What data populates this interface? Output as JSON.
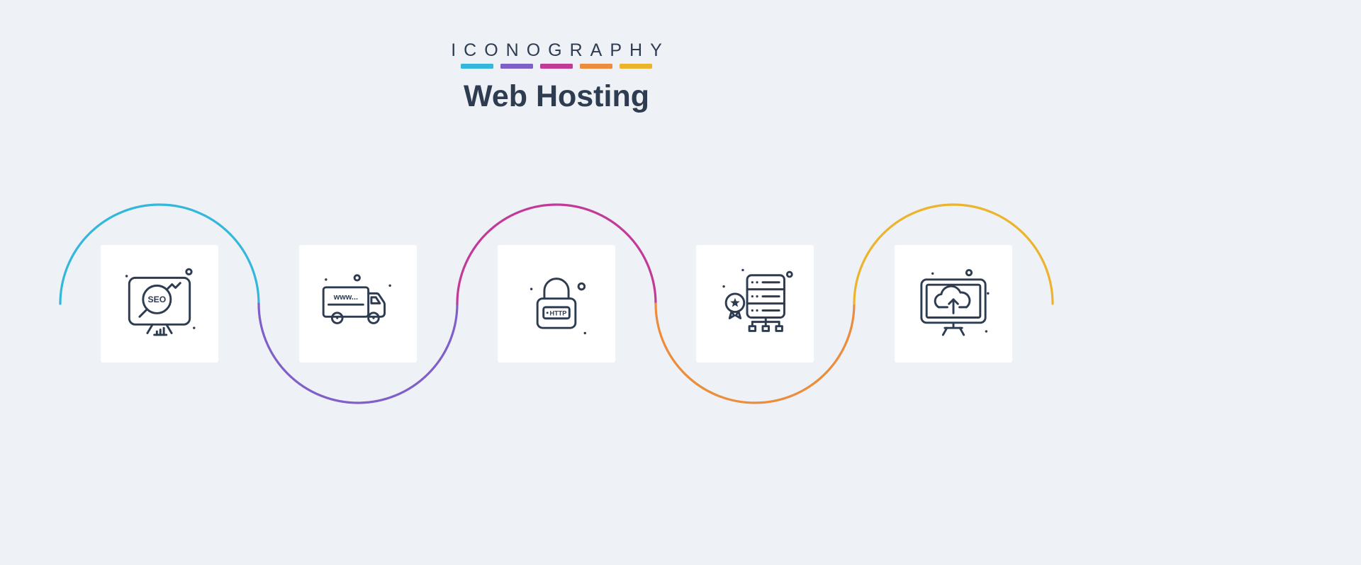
{
  "theme": {
    "background": "#eef1f5",
    "card": "#ffffff",
    "ink": "#2e3c51"
  },
  "header": {
    "brand": "ICONOGRAPHY",
    "title": "Web Hosting",
    "dashes": [
      {
        "name": "dash-cyan",
        "color": "#33b7da"
      },
      {
        "name": "dash-purple",
        "color": "#7f5fc8"
      },
      {
        "name": "dash-magenta",
        "color": "#c23a98"
      },
      {
        "name": "dash-orange",
        "color": "#ec8c3d"
      },
      {
        "name": "dash-yellow",
        "color": "#ecb32d"
      }
    ]
  },
  "wave": {
    "segments": [
      {
        "name": "arc-over-seo-card",
        "color": "#33b7da"
      },
      {
        "name": "arc-under-truck-card",
        "color": "#7f5fc8"
      },
      {
        "name": "arc-over-lock-card",
        "color": "#c23a98"
      },
      {
        "name": "arc-under-server-card",
        "color": "#ec8c3d"
      },
      {
        "name": "arc-over-upload-card",
        "color": "#ecb32d"
      }
    ]
  },
  "cards": [
    {
      "icon": "seo-search-monitor-icon",
      "label": "SEO"
    },
    {
      "icon": "www-delivery-truck-icon",
      "label": "www..."
    },
    {
      "icon": "http-padlock-icon",
      "label": "HTTP"
    },
    {
      "icon": "server-award-icon",
      "label": ""
    },
    {
      "icon": "cloud-upload-monitor-icon",
      "label": ""
    }
  ]
}
